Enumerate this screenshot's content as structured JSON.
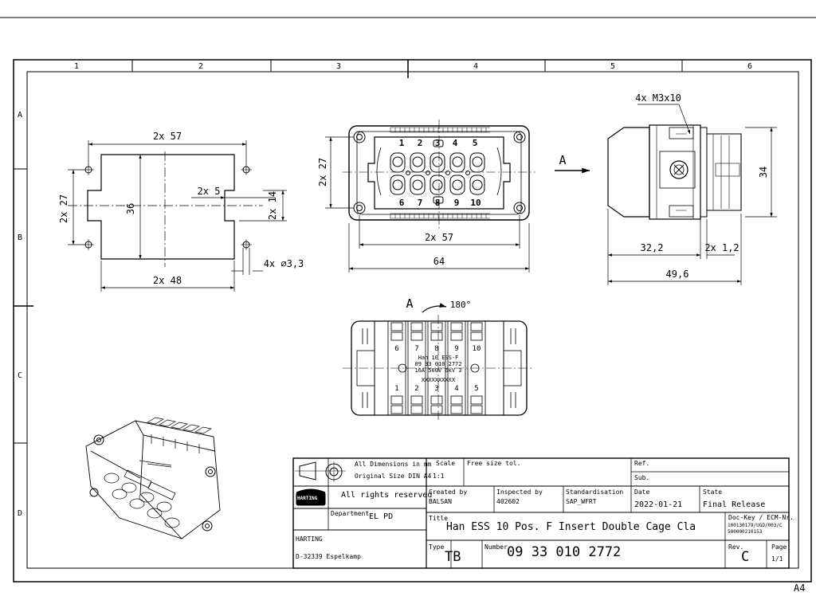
{
  "sheet": {
    "format_corner": "A4",
    "columns": [
      "1",
      "2",
      "3",
      "4",
      "5",
      "6"
    ],
    "rows": [
      "A",
      "B",
      "C",
      "D"
    ]
  },
  "drawing": {
    "cutout": {
      "dim_width_top": "2x 57",
      "dim_height_left": "2x 27",
      "dim_inner_height": "36",
      "dim_slot": "2x 5",
      "dim_slot_height": "2x 14",
      "dim_holes": "4x ∅3,3",
      "dim_width_bottom": "2x 48"
    },
    "front_view": {
      "dim_height": "2x 27",
      "dim_width_inner": "2x 57",
      "dim_width_outer": "64",
      "contacts_top": [
        "1",
        "2",
        "3",
        "4",
        "5"
      ],
      "contacts_bottom": [
        "6",
        "7",
        "8",
        "9",
        "10"
      ],
      "view_label": "A"
    },
    "side_view": {
      "screws": "4x M3x10",
      "dim_height": "34",
      "dim_depth_1": "32,2",
      "dim_offset": "2x 1,2",
      "dim_depth_total": "49,6"
    },
    "rear_view": {
      "view_label": "A",
      "rotation": "180°",
      "terminals_top": [
        "6",
        "7",
        "8",
        "9",
        "10"
      ],
      "terminals_bottom": [
        "1",
        "2",
        "3",
        "4",
        "5"
      ],
      "marking": [
        "Han 10 ESS-F",
        "09 33 010 2772",
        "16A 500V 6kV 3",
        "XXXXXXXXXX"
      ]
    }
  },
  "title_block": {
    "dims_note_1": "All Dimensions in mm",
    "dims_note_2": "Original Size DIN A4",
    "scale_label": "Scale",
    "scale_value": "1:1",
    "tolerance": "Free size tol.",
    "ref_label": "Ref.",
    "sub_label": "Sub.",
    "rights": "All rights reserved",
    "logo_text": "HARTING",
    "department_label": "Department",
    "department_value": "EL PD",
    "company": "HARTING",
    "address": "D-32339 Espelkamp",
    "created_label": "Created by",
    "created_value": "BALSAN",
    "inspected_label": "Inspected by",
    "inspected_value": "402602",
    "standard_label": "Standardisation",
    "standard_value": "SAP_WFRT",
    "date_label": "Date",
    "date_value": "2022-01-21",
    "state_label": "State",
    "state_value": "Final Release",
    "title_label": "Title",
    "title_value": "Han ESS 10 Pos. F Insert Double Cage Cla",
    "dockey_label": "Doc-Key / ECM-Nr.",
    "dockey_value_1": "100130179/UGD/003/C",
    "dockey_value_2": "500000210153",
    "type_label": "Type",
    "type_value": "TB",
    "number_label": "Number",
    "number_value": "09 33 010 2772",
    "rev_label": "Rev.",
    "rev_value": "C",
    "page_label": "Page",
    "page_value": "1/1"
  }
}
